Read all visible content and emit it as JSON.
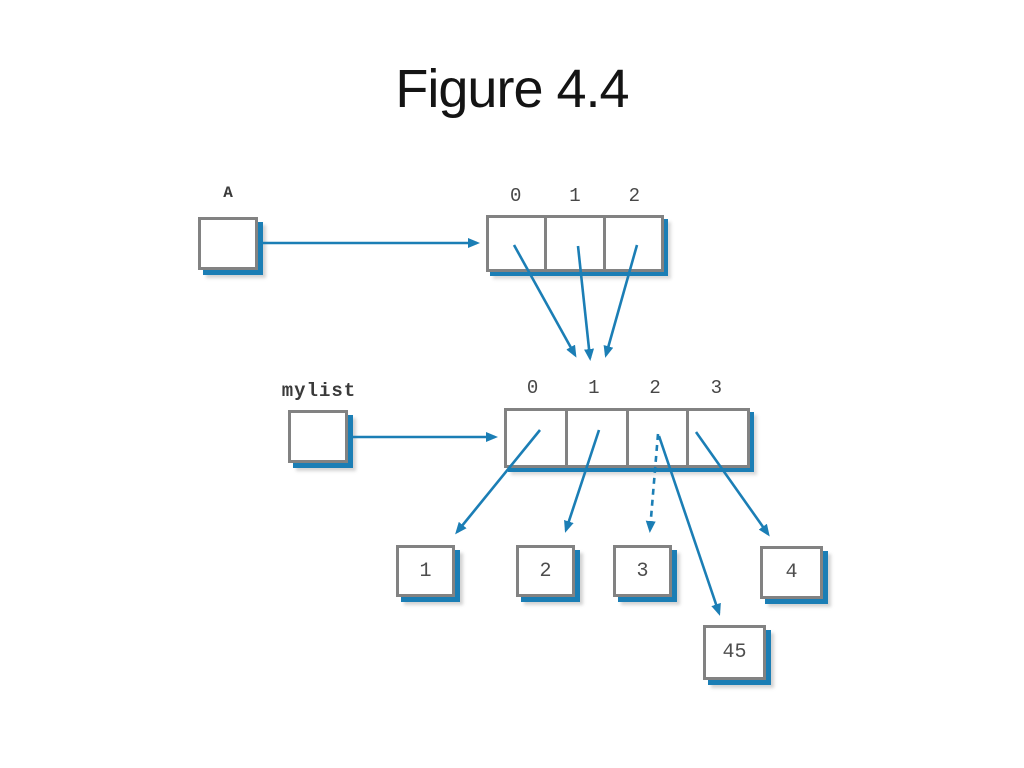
{
  "title": "Figure 4.4",
  "colors": {
    "arrow-blue": "#1b7eb5",
    "box-border": "#828282",
    "label-text": "#3a3a3a",
    "value-text": "#4d4d4d",
    "title-text": "#141414",
    "box-fill": "#ffffff"
  },
  "diagram": {
    "variable_a": {
      "label": "A"
    },
    "array_a": {
      "indices": [
        "0",
        "1",
        "2"
      ]
    },
    "variable_mylist": {
      "label": "mylist"
    },
    "list_array": {
      "indices": [
        "0",
        "1",
        "2",
        "3"
      ]
    },
    "value_boxes": [
      {
        "value": "1"
      },
      {
        "value": "2"
      },
      {
        "value": "3"
      },
      {
        "value": "4"
      },
      {
        "value": "45"
      }
    ]
  }
}
